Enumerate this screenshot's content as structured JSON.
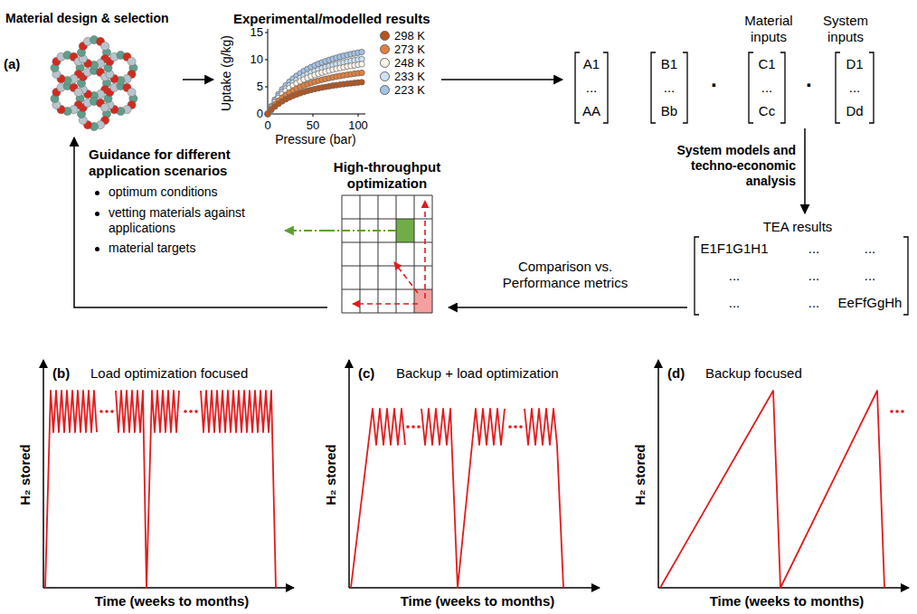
{
  "diagram": {
    "nodes": [
      {
        "text": [
          "Material design & selection"
        ]
      },
      {
        "text": [
          "Experimental/modelled results"
        ]
      },
      {
        "text": [
          "Material inputs",
          "System inputs"
        ]
      },
      {
        "text": [
          "TEA results"
        ]
      },
      {
        "text": [
          "High-throughput optimization"
        ]
      },
      {
        "text": [
          "Guidance for different application scenarios",
          "optimum conditions",
          "vetting materials against applications",
          "material targets"
        ]
      }
    ],
    "edges": [
      {
        "from": 0,
        "to": 1,
        "arrow": "to"
      },
      {
        "from": 1,
        "to": 2,
        "arrow": "to"
      },
      {
        "from": 2,
        "to": 3,
        "arrow": "to",
        "label": "System models and techno-economic analysis"
      },
      {
        "from": 3,
        "to": 4,
        "arrow": "to",
        "label": "Comparison vs. Performance metrics"
      },
      {
        "from": 4,
        "to": 5,
        "arrow": "to"
      },
      {
        "from": 4,
        "to": 0,
        "arrow": "to"
      }
    ],
    "labels": [
      "(a)",
      "15",
      "10",
      "5",
      "0",
      "0",
      "50",
      "100",
      "Uptake (g/kg)",
      "Pressure (bar)",
      "A1",
      "...",
      "AA",
      "B1",
      "...",
      "Bb",
      "·",
      "C1",
      "...",
      "Cc",
      "·",
      "D1",
      "...",
      "Dd",
      "E1F1G1H1",
      "...",
      "...",
      "...",
      "...",
      "...",
      "...",
      "...",
      "EeFfGgHh",
      "(b)",
      "H₂ stored",
      "Time (weeks to months)",
      "Load optimization focused",
      "(c)",
      "H₂ stored",
      "Time (weeks to months)",
      "Backup + load optimization",
      "(d)",
      "H₂ stored",
      "Time (weeks to months)",
      "Backup focused"
    ],
    "legend": [
      {
        "text": "298 K",
        "color": "#b5561f"
      },
      {
        "text": "273 K",
        "color": "#e08040"
      },
      {
        "text": "248 K",
        "color": "#fdf6ec"
      },
      {
        "text": "233 K",
        "color": "#cfe2f3"
      },
      {
        "text": "223 K",
        "color": "#a4c2e4"
      }
    ]
  }
}
